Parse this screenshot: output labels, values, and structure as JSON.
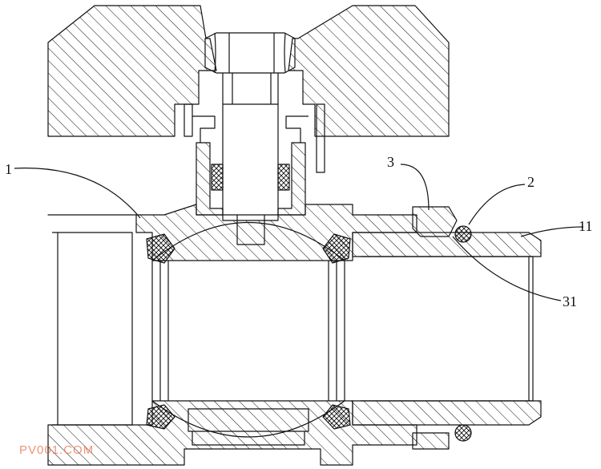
{
  "labels": {
    "part_1": "1",
    "part_2": "2",
    "part_3": "3",
    "part_11": "11",
    "part_31": "31"
  },
  "watermark": "PV001.COM",
  "colors": {
    "stroke": "#111111",
    "watermark": "#e8704a",
    "background": "#ffffff"
  }
}
